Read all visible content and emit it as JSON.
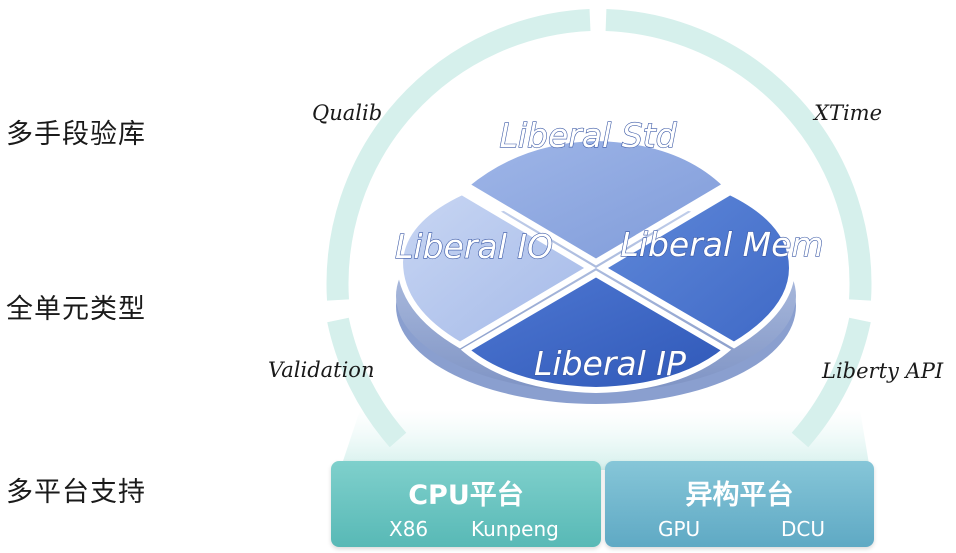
{
  "left_labels": [
    "多手段验库",
    "全单元类型",
    "多平台支持"
  ],
  "ring_labels": [
    "Qualib",
    "XTime",
    "Validation",
    "Liberty API"
  ],
  "pie_segments": [
    "Liberal Std",
    "Liberal IO",
    "Liberal Mem",
    "Liberal IP"
  ],
  "platforms": [
    {
      "title": "CPU平台",
      "items": [
        "X86",
        "Kunpeng"
      ]
    },
    {
      "title": "异构平台",
      "items": [
        "GPU",
        "DCU"
      ]
    }
  ],
  "colors": {
    "ring": "#d9f2ee",
    "std": "#8ea8e0",
    "io": "#b4c6ec",
    "mem": "#4e78d0",
    "ip": "#3f66c4",
    "platform_cpu": "#6cc6c2",
    "platform_hetero": "#74b7cf"
  }
}
